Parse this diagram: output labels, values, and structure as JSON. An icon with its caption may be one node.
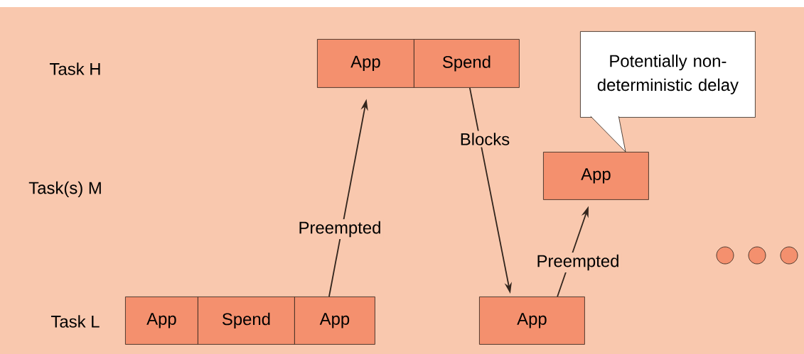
{
  "diagram": {
    "nodes": [
      {
        "text": [
          "App"
        ]
      },
      {
        "text": [
          "Spend"
        ]
      },
      {
        "text": [
          "Potentially non-deterministic delay"
        ]
      },
      {
        "text": [
          "App"
        ]
      },
      {
        "text": [
          "App"
        ]
      },
      {
        "text": [
          "Spend"
        ]
      },
      {
        "text": [
          "App"
        ]
      },
      {
        "text": [
          "App"
        ]
      }
    ],
    "edges": [
      {
        "from": 6,
        "to": 0,
        "arrow": "to",
        "label": "Preempted"
      },
      {
        "from": 1,
        "to": 7,
        "arrow": "to",
        "label": "Blocks"
      },
      {
        "from": 7,
        "to": 3,
        "arrow": "to",
        "label": "Preempted"
      },
      {
        "from": 2,
        "to": 3,
        "arrow": "to"
      }
    ],
    "labels": [
      "Task H",
      "Task(s) M",
      "Task L"
    ]
  }
}
